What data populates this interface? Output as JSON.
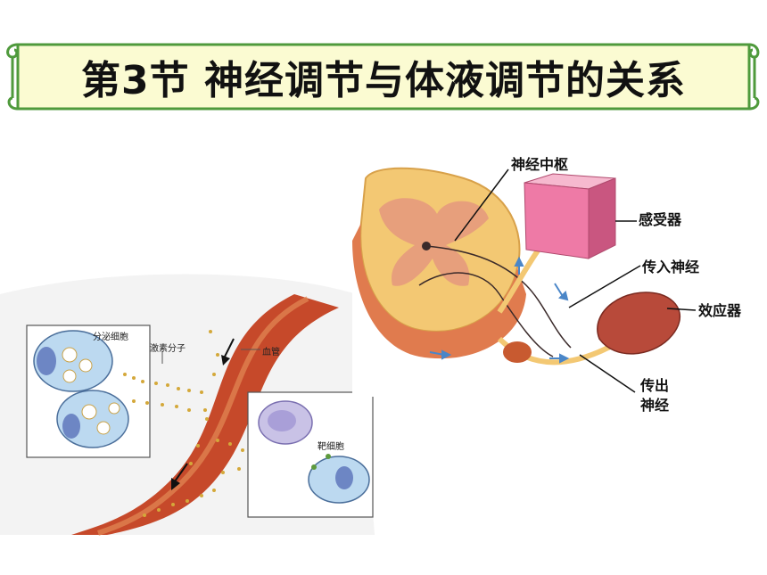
{
  "slide": {
    "title": "第3节 神经调节与体液调节的关系"
  },
  "nerve_diagram": {
    "center_label": "神经中枢",
    "receptor_label": "感受器",
    "afferent_label": "传入神经",
    "effector_label": "效应器",
    "efferent_label_line1": "传出",
    "efferent_label_line2": "神经"
  },
  "hormone_diagram": {
    "secretory_cell_label": "分泌细胞",
    "hormone_label": "激素分子",
    "vessel_label": "血管",
    "target_cell_label": "靶细胞"
  },
  "colors": {
    "title_bg": "#fbfbd2",
    "title_border": "#4f9a3c",
    "spinal_outer": "#f3c873",
    "gray_matter": "#e79f7c",
    "receptor": "#ee7aa6",
    "effector": "#b84a3a",
    "vessel": "#c6492a",
    "cell_fill": "#bcd9f0",
    "nucleus": "#6d86c4"
  }
}
